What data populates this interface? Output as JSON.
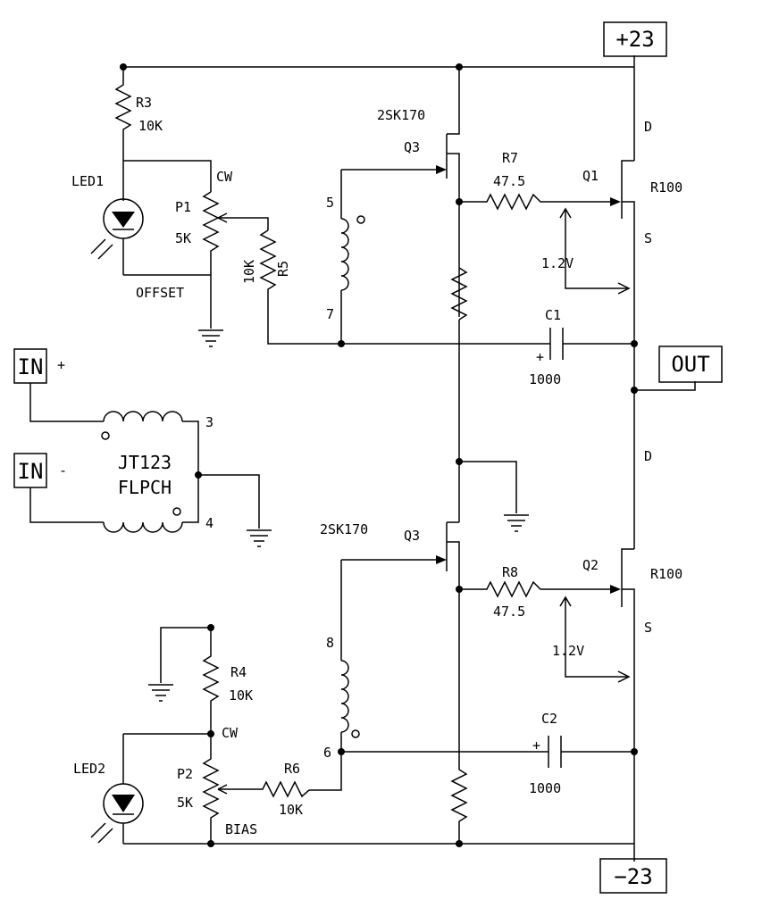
{
  "labels": {
    "vpos": "+23",
    "vneg": "−23",
    "out": "OUT",
    "in_pos": "IN",
    "in_neg": "IN",
    "plus_sign": "+",
    "minus_sign": "-",
    "xfmr_line1": "JT123",
    "xfmr_line2": "FLPCH",
    "pin3": "3",
    "pin4": "4",
    "pin5": "5",
    "pin6": "6",
    "pin7": "7",
    "pin8": "8",
    "r3_name": "R3",
    "r3_val": "10K",
    "r4_name": "R4",
    "r4_val": "10K",
    "r5_name": "R5",
    "r5_val": "10K",
    "r6_name": "R6",
    "r6_val": "10K",
    "r7_name": "R7",
    "r7_val": "47.5",
    "r8_name": "R8",
    "r8_val": "47.5",
    "led1": "LED1",
    "led2": "LED2",
    "p1_name": "P1",
    "p1_val": "5K",
    "p2_name": "P2",
    "p2_val": "5K",
    "cw1": "CW",
    "cw2": "CW",
    "offset": "OFFSET",
    "bias": "BIAS",
    "q3_top": "Q3",
    "q3_bot": "Q3",
    "q1": "Q1",
    "q2": "Q2",
    "jfet_top": "2SK170",
    "jfet_bot": "2SK170",
    "r100_top": "R100",
    "r100_bot": "R100",
    "d_top": "D",
    "s_top": "S",
    "d_bot": "D",
    "s_bot": "S",
    "c1_name": "C1",
    "c1_val": "1000",
    "c2_name": "C2",
    "c2_val": "1000",
    "cplus1": "+",
    "cplus2": "+",
    "v_top": "1.2V",
    "v_bot": "1.2V"
  }
}
